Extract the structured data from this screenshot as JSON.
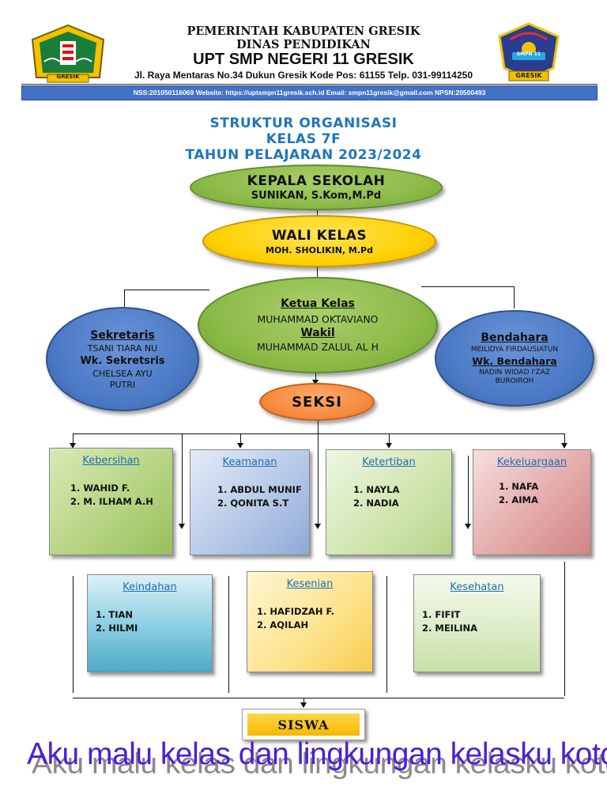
{
  "header": {
    "line1": "PEMERINTAH KABUPATEN GRESIK",
    "line2": "DINAS PENDIDIKAN",
    "line3": "UPT SMP NEGERI 11 GRESIK",
    "line4": "Jl. Raya Mentaras No.34 Dukun Gresik Kode Pos: 61155 Telp. 031-99114250",
    "info_bar": "NSS:201050116069   Website: https://uptsmpn11gresik.sch.id   Email: smpn11gresik@gmail.com   NPSN:20500493",
    "logo_left_text": "GRESIK",
    "logo_right_text": "GRESIK",
    "logo_right_badge": "SMPN 11"
  },
  "title": {
    "line1": "STRUKTUR ORGANISASI",
    "line2": "KELAS 7F",
    "line3": "TAHUN PELAJARAN 2023/2024"
  },
  "kepala": {
    "role": "KEPALA SEKOLAH",
    "name": "SUNIKAN, S.Kom,M.Pd"
  },
  "wali": {
    "role": "WALI KELAS",
    "name": "MOH. SHOLIKIN, M.Pd"
  },
  "ketua": {
    "role": "Ketua Kelas",
    "name": "MUHAMMAD OKTAVIANO",
    "wakil_role": "Wakil",
    "wakil_name": "MUHAMMAD ZALUL AL H"
  },
  "sekretaris": {
    "role": "Sekretaris",
    "name": "TSANI TIARA NU",
    "wk_role": "Wk. Sekretsris",
    "wk_name1": "CHELSEA AYU",
    "wk_name2": "PUTRI"
  },
  "bendahara": {
    "role": "Bendahara",
    "name": "MEILIDYA FIRDAUSIATUN",
    "wk_role": "Wk. Bendahara",
    "wk_name1": "NADIN WIDAD I'ZAZ",
    "wk_name2": "BUROIROH"
  },
  "seksi": {
    "label": "SEKSI"
  },
  "sections": [
    {
      "title": "Kebersihan",
      "items": [
        "1.    WAHID F.",
        "2.    M. ILHAM  A.H"
      ]
    },
    {
      "title": "Keamanan",
      "items": [
        "1.    ABDUL MUNIF",
        "2.    QONITA S.T"
      ]
    },
    {
      "title": "Ketertiban",
      "items": [
        "1.    NAYLA",
        "2.    NADIA"
      ]
    },
    {
      "title": "Kekeluargaan",
      "items": [
        "1.    NAFA",
        "2.    AIMA"
      ]
    },
    {
      "title": "Keindahan",
      "items": [
        "1. TIAN",
        "2. HILMI"
      ]
    },
    {
      "title": "Kesenian",
      "items": [
        "1.  HAFIDZAH  F.",
        "2. AQILAH"
      ]
    },
    {
      "title": "Kesehatan",
      "items": [
        "1. FIFIT",
        "2. MEILINA"
      ]
    }
  ],
  "siswa": {
    "label": "SISWA"
  },
  "motto": "Aku malu kelas dan lingkungan kelasku kotor",
  "colors": {
    "title_blue": "#1f75bd",
    "green": "#8dbb4a",
    "gold": "#ffd000",
    "blue": "#4a78c4",
    "orange": "#f58a3f",
    "motto": "#4b1fd8"
  }
}
